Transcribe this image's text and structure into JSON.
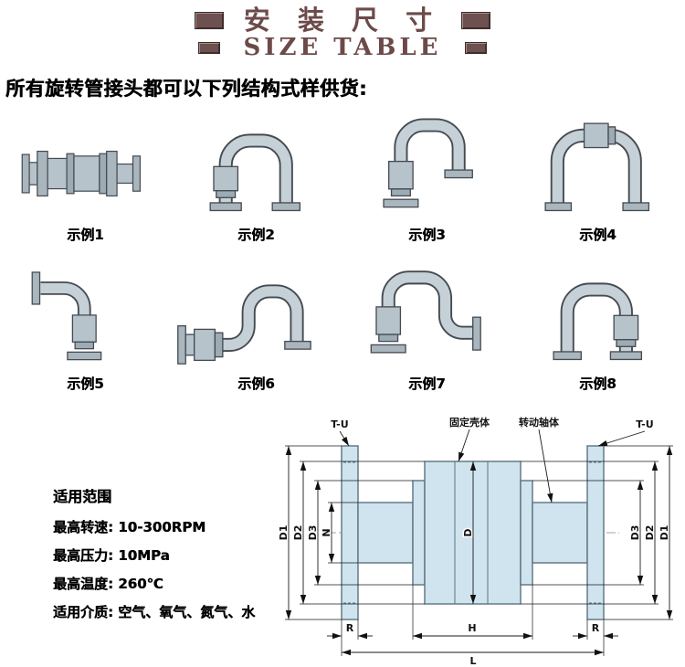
{
  "header": {
    "title_cn": "安 装 尺 寸",
    "title_en": "SIZE TABLE"
  },
  "intro": "所有旋转管接头都可以下列结构式样供货:",
  "examples": [
    {
      "label": "示例1"
    },
    {
      "label": "示例2"
    },
    {
      "label": "示例3"
    },
    {
      "label": "示例4"
    },
    {
      "label": "示例5"
    },
    {
      "label": "示例6"
    },
    {
      "label": "示例7"
    },
    {
      "label": "示例8"
    }
  ],
  "specs": {
    "title": "适用范围",
    "items": [
      {
        "label": "最高转速:",
        "value": "10-300RPM"
      },
      {
        "label": "最高压力:",
        "value": "10MPa"
      },
      {
        "label": "最高温度:",
        "value": "260℃"
      },
      {
        "label": "适用介质:",
        "value": "空气、氧气、氮气、水"
      }
    ]
  },
  "diagram": {
    "labels": {
      "tu_left": "T-U",
      "tu_right": "T-U",
      "fixed_housing": "固定壳体",
      "rotating_shaft": "转动轴体",
      "d1_left": "D1",
      "d2_left": "D2",
      "d3_left": "D3",
      "n": "N",
      "d": "D",
      "d3_right": "D3",
      "d2_right": "D2",
      "d1_right": "D1",
      "r_left": "R",
      "h": "H",
      "r_right": "R",
      "l": "L"
    }
  },
  "colors": {
    "accent_maroon": "#6d4a4a",
    "diagram_fill": "#cfe4ee",
    "pipe_gray": "#b7c3cb"
  }
}
